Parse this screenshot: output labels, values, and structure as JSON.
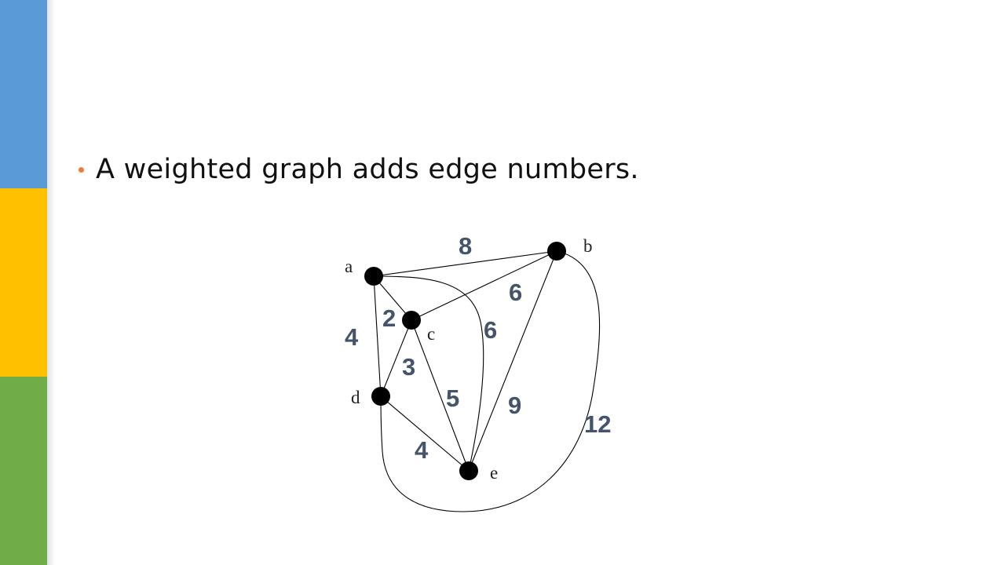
{
  "colors": {
    "band_blue": "#5b9bd5",
    "band_yellow": "#ffc000",
    "band_green": "#70ad47",
    "bullet": "#ed7d31",
    "weight_label": "#44546a",
    "node": "#000000"
  },
  "slide": {
    "bullet_text": "A weighted graph adds edge numbers."
  },
  "graph": {
    "vertices": [
      "a",
      "b",
      "c",
      "d",
      "e"
    ],
    "edges": [
      {
        "from": "a",
        "to": "b",
        "weight": "8"
      },
      {
        "from": "a",
        "to": "c",
        "weight": "2"
      },
      {
        "from": "a",
        "to": "d",
        "weight": "4"
      },
      {
        "from": "a",
        "to": "e",
        "weight": "6"
      },
      {
        "from": "b",
        "to": "c",
        "weight": "6"
      },
      {
        "from": "b",
        "to": "e",
        "weight": "9"
      },
      {
        "from": "b",
        "to": "d",
        "weight": "12"
      },
      {
        "from": "c",
        "to": "d",
        "weight": "3"
      },
      {
        "from": "c",
        "to": "e",
        "weight": "5"
      },
      {
        "from": "d",
        "to": "e",
        "weight": "4"
      }
    ]
  }
}
